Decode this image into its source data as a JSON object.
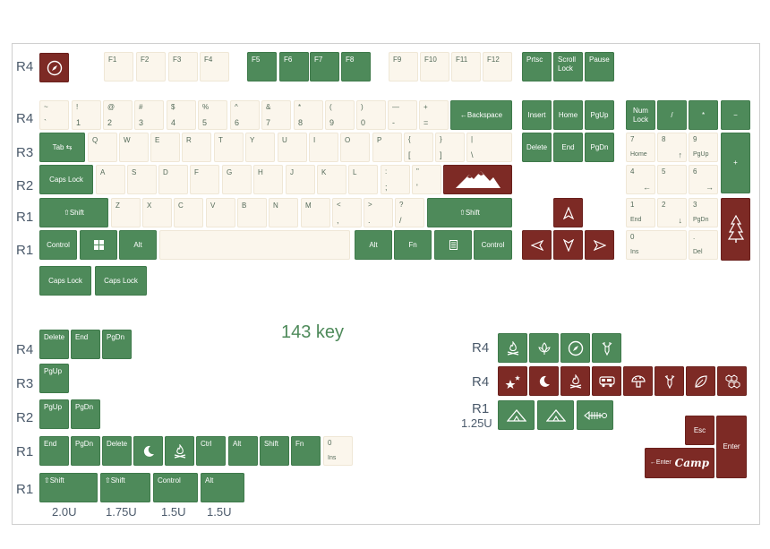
{
  "title": "143 key",
  "row_labels": {
    "r4": "R4",
    "r3": "R3",
    "r2": "R2",
    "r1": "R1",
    "r1_125": "R1",
    "r1_125_sub": "1.25U"
  },
  "widths": {
    "w20": "2.0U",
    "w175": "1.75U",
    "w15a": "1.5U",
    "w15b": "1.5U"
  },
  "keys": {
    "f1": "F1",
    "f2": "F2",
    "f3": "F3",
    "f4": "F4",
    "f5": "F5",
    "f6": "F6",
    "f7": "F7",
    "f8": "F8",
    "f9": "F9",
    "f10": "F10",
    "f11": "F11",
    "f12": "F12",
    "prtsc": "Prtsc",
    "scroll": "Scroll Lock",
    "pause": "Pause",
    "tilde_t": "~",
    "tilde_b": "`",
    "n1_t": "!",
    "n1_b": "1",
    "n2_t": "@",
    "n2_b": "2",
    "n3_t": "#",
    "n3_b": "3",
    "n4_t": "$",
    "n4_b": "4",
    "n5_t": "%",
    "n5_b": "5",
    "n6_t": "^",
    "n6_b": "6",
    "n7_t": "&",
    "n7_b": "7",
    "n8_t": "*",
    "n8_b": "8",
    "n9_t": "(",
    "n9_b": "9",
    "n0_t": ")",
    "n0_b": "0",
    "min_t": "—",
    "min_b": "-",
    "eq_t": "+",
    "eq_b": "=",
    "backspace": "←Backspace",
    "insert": "Insert",
    "home": "Home",
    "pgup": "PgUp",
    "numlock": "Num Lock",
    "slash": "/",
    "star": "*",
    "npminus": "−",
    "tab": "Tab ⇆",
    "q": "Q",
    "w": "W",
    "e": "E",
    "r": "R",
    "t": "T",
    "y": "Y",
    "u": "U",
    "i": "I",
    "o": "O",
    "p": "P",
    "lbr_t": "{",
    "lbr_b": "[",
    "rbr_t": "}",
    "rbr_b": "]",
    "bsl_t": "|",
    "bsl_b": "\\",
    "delete": "Delete",
    "end": "End",
    "pgdn": "PgDn",
    "np7": "7",
    "np7b": "Home",
    "np8": "8",
    "np8b": "↑",
    "np9": "9",
    "np9b": "PgUp",
    "npplus": "+",
    "caps": "Caps Lock",
    "a": "A",
    "s": "S",
    "d": "D",
    "f": "F",
    "g": "G",
    "h": "H",
    "j": "J",
    "k": "K",
    "l": "L",
    "semi_t": ":",
    "semi_b": ";",
    "quo_t": "\"",
    "quo_b": "'",
    "np4": "4",
    "np4b": "←",
    "np5": "5",
    "np6": "6",
    "np6b": "→",
    "lshift": "⇧Shift",
    "z": "Z",
    "x": "X",
    "c": "C",
    "v": "V",
    "b": "B",
    "n": "N",
    "m": "M",
    "com_t": "<",
    "com_b": ",",
    "dot_t": ">",
    "dot_b": ".",
    "sl_t": "?",
    "sl_b": "/",
    "rshift": "⇧Shift",
    "np1": "1",
    "np1b": "End",
    "np2": "2",
    "np2b": "↓",
    "np3": "3",
    "np3b": "PgDn",
    "lctrl": "Control",
    "lalt": "Alt",
    "ralt": "Alt",
    "fn": "Fn",
    "rctrl": "Control",
    "np0": "0",
    "np0b": "Ins",
    "npdot_t": ".",
    "npdot_b": "Del",
    "caps2": "Caps Lock",
    "caps3": "Caps Lock",
    "x_delete": "Delete",
    "x_end": "End",
    "x_pgdn": "PgDn",
    "x_pgup": "PgUp",
    "x_pgup2": "PgUp",
    "x_pgdn2": "PgDn",
    "x_end2": "End",
    "x_pgdn3": "PgDn",
    "x_delete2": "Delete",
    "x_ctrl": "Ctrl",
    "x_alt": "Alt",
    "x_shift": "Shift",
    "x_fn": "Fn",
    "x_0": "0",
    "x_ins": "Ins",
    "x_shift20": "⇧Shift",
    "x_shift175": "⇧Shift",
    "x_control15": "Control",
    "x_alt15": "Alt",
    "esc": "Esc",
    "enter": "Enter",
    "enter_camp": "←Enter",
    "camp": "Camp"
  },
  "icons": {
    "compass": "compass-icon",
    "windows": "windows-icon",
    "menu": "menu-icon",
    "mountain": "mountain-icon",
    "tree": "pine-tree-icon",
    "moon": "moon-icon",
    "campfire": "campfire-icon",
    "leaf": "leaf-icon",
    "deer": "deer-icon",
    "stars": "stars-icon",
    "camper": "camper-van-icon",
    "mushroom": "mushroom-icon",
    "tent": "tent-icon",
    "fishbone": "fish-bone-icon",
    "honeycomb": "honeycomb-icon"
  },
  "colors": {
    "green": "#4e8a5a",
    "red": "#7d2a25",
    "cream": "#fbf6ec",
    "text": "#4b5a6b"
  }
}
